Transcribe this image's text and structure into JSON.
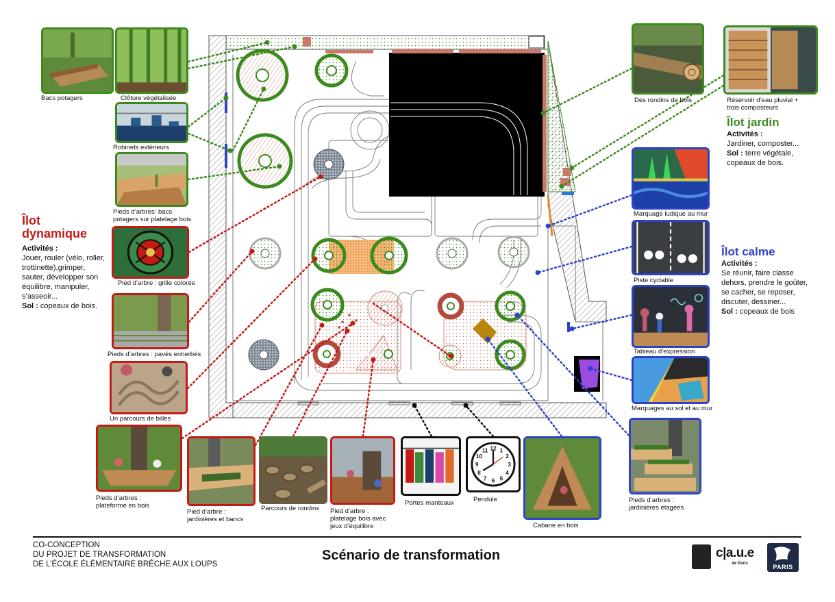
{
  "zones": {
    "dynamique": {
      "title": "Îlot dynamique",
      "activites_label": "Activités :",
      "activites": "Jouer, rouler (vélo, roller, trottinette),grimper, sauter, développer son équilibre, manipuler, s’asseoir...",
      "sol_label": "Sol :",
      "sol": "copeaux de bois."
    },
    "jardin": {
      "title": "Îlot jardin",
      "activites_label": "Activités :",
      "activites": "Jardiner, composter...",
      "sol_label": "Sol :",
      "sol": "terre végétale, copeaux de bois."
    },
    "calme": {
      "title": "Îlot calme",
      "activites_label": "Activités :",
      "activites": "Se réunir, faire classe dehors, prendre le goûter, se cacher, se reposer, discuter, dessiner...",
      "sol_label": "Sol :",
      "sol": "copeaux de bois"
    }
  },
  "captions": {
    "bacs_potagers": "Bacs potagers",
    "cloture": "Clôture végétalisée",
    "robinets": "Robinets extérieurs",
    "pieds_bacs": "Pieds d’arbres: bacs\npotagers sur platelage bois",
    "grille": "Pied d’arbre : grille colorée",
    "paves": "Pieds d’arbres : pavés enherbés",
    "billes": "Un parcours de billes",
    "plateforme": "Pieds d’arbres :\nplateforme en bois",
    "jardinieres_bancs": "Pied d’arbre :\njardinières et bancs",
    "rondins_parcours": "Parcours de rondins",
    "platelage": "Pied d’arbre :\nplatelage bois avec\njeux d’équilibre",
    "portes_manteaux": "Portes manteaux",
    "pendule": "Pendule",
    "cabane": "Cabane en bois",
    "jardinieres_etagees": "Pieds d’arbres :\njardinières étagées",
    "marquages": "Marquages au sol et au mur",
    "tableau": "Tableau d’expression",
    "piste": "Piste cyclable",
    "marquage_ludique": "Marquage ludique au mur",
    "rondins_bois": "Des rondins de bois",
    "reservoir": "Réservoir d’eau pluvial +\ntrois composteurs"
  },
  "footer": {
    "line1": "CO-CONCEPTION",
    "line2": "DU PROJET DE TRANSFORMATION",
    "line3": "DE L’ÉCOLE ÉLÉMENTAIRE BRÊCHE AUX LOUPS",
    "title": "Scénario de transformation",
    "caue": "c|a.u.e",
    "caue_sub": "de Paris",
    "paris": "PARIS"
  },
  "clock_numbers": [
    "12",
    "1",
    "2",
    "3",
    "4",
    "5",
    "6",
    "7",
    "8",
    "9",
    "10",
    "11"
  ],
  "colors": {
    "red": "#c41a14",
    "green": "#3b8a1e",
    "blue": "#2c43c7",
    "black": "#111111"
  }
}
